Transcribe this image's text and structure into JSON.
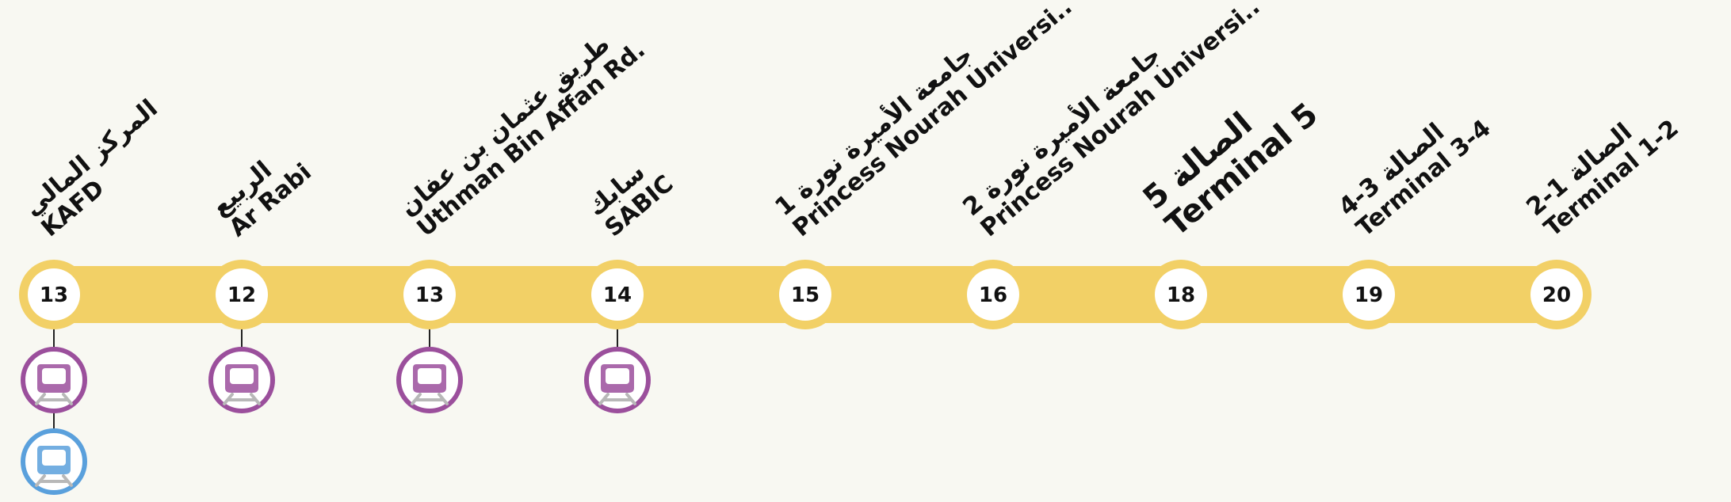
{
  "colors": {
    "line": "#f2d066",
    "station_fill": "#ffffff",
    "metro_purple": "#9b4f9c",
    "metro_blue": "#5aa0dc",
    "text": "#111111",
    "background": "#f8f8f2"
  },
  "stations": [
    {
      "ar": "المركز المالي",
      "en": "KAFD",
      "minutes": "13",
      "connections": [
        "purple-metro-icon",
        "blue-metro-icon"
      ],
      "big": false
    },
    {
      "ar": "الربيع",
      "en": "Ar Rabi",
      "minutes": "12",
      "connections": [
        "purple-metro-icon"
      ],
      "big": false
    },
    {
      "ar": "طريق عثمان بن عفان",
      "en": "Uthman Bin Affan Rd.",
      "minutes": "13",
      "connections": [
        "purple-metro-icon"
      ],
      "big": false
    },
    {
      "ar": "سابك",
      "en": "SABIC",
      "minutes": "14",
      "connections": [
        "purple-metro-icon"
      ],
      "big": false
    },
    {
      "ar": "جامعة الأميرة نورة 1",
      "en": "Princess Nourah Universi..",
      "minutes": "15",
      "connections": [],
      "big": false
    },
    {
      "ar": "جامعة الأميرة نورة 2",
      "en": "Princess Nourah Universi..",
      "minutes": "16",
      "connections": [],
      "big": false
    },
    {
      "ar": "الصالة 5",
      "en": "Terminal 5",
      "minutes": "18",
      "connections": [],
      "big": true
    },
    {
      "ar": "الصالة 3-4",
      "en": "Terminal 3-4",
      "minutes": "19",
      "connections": [],
      "big": false
    },
    {
      "ar": "الصالة 1-2",
      "en": "Terminal 1-2",
      "minutes": "20",
      "connections": [],
      "big": false
    }
  ]
}
